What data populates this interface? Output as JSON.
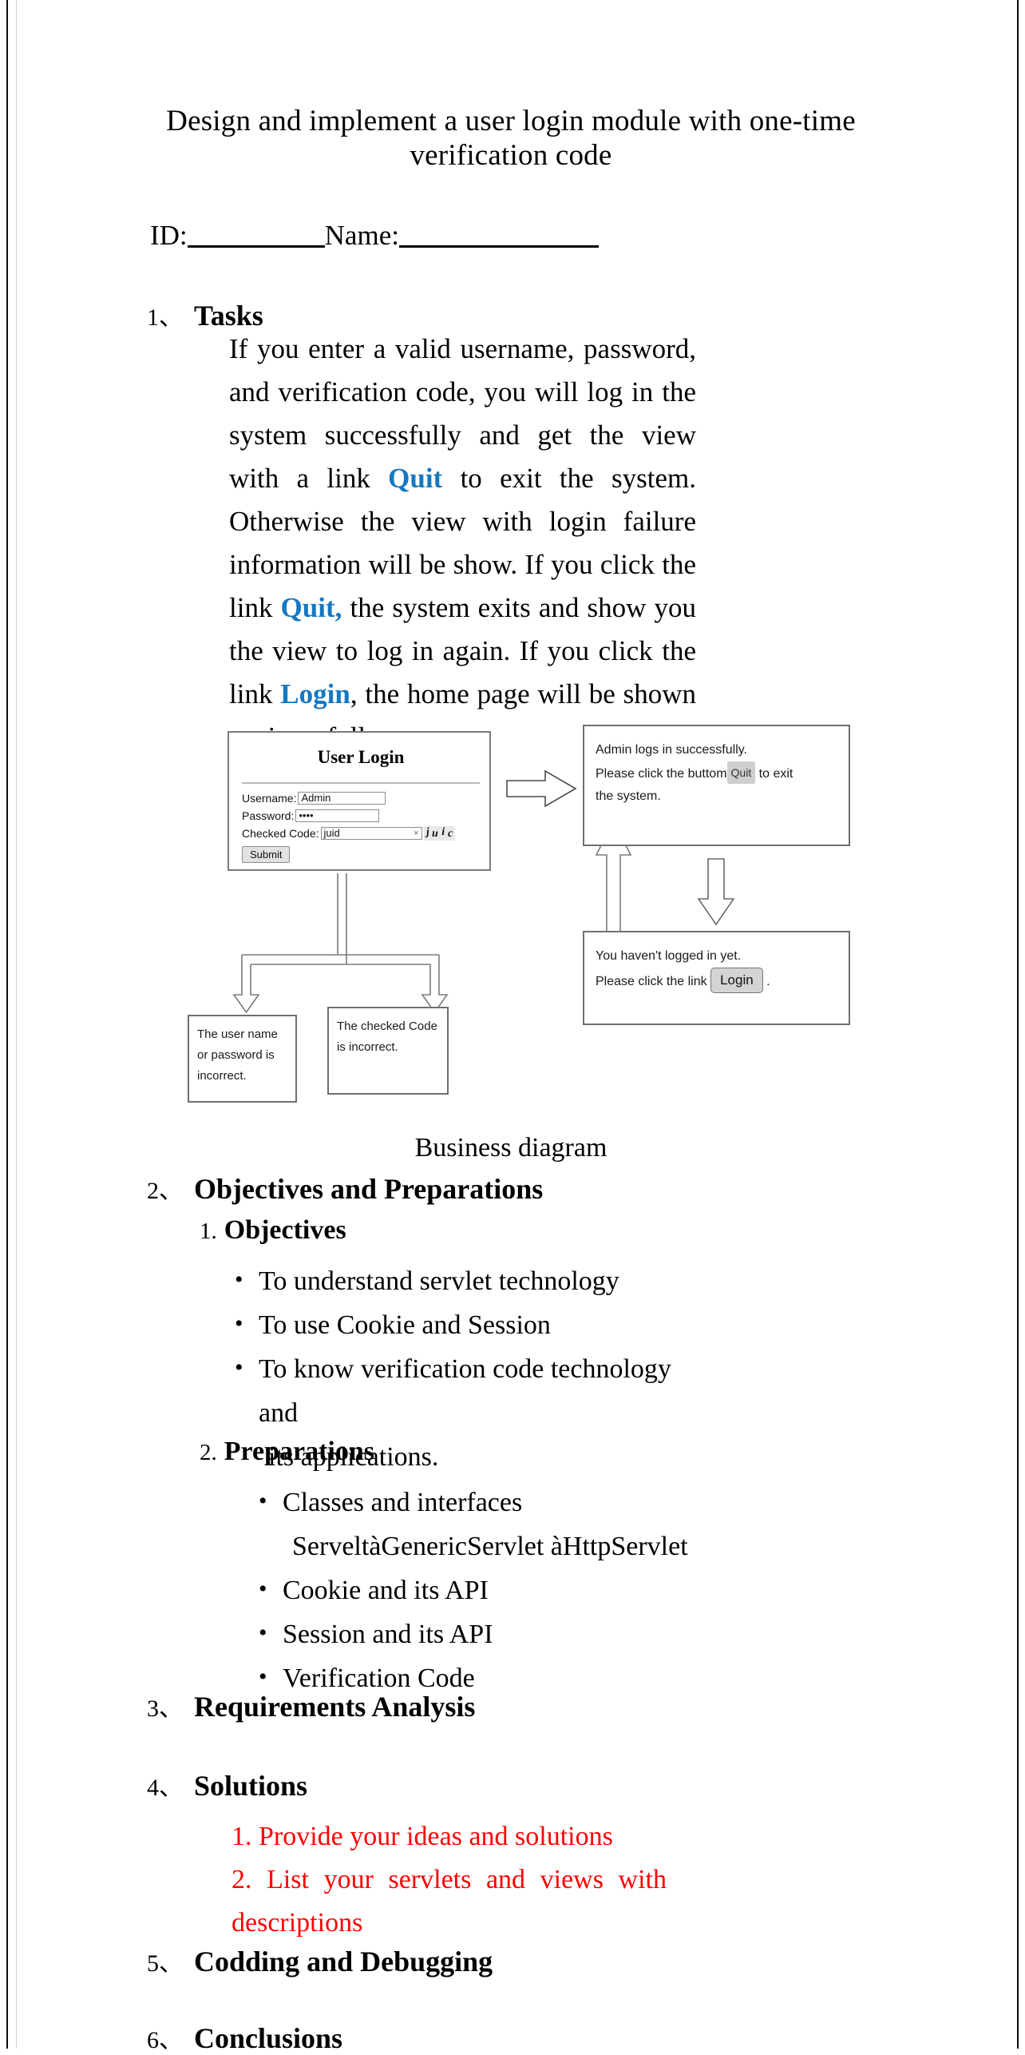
{
  "document": {
    "title": "Design and implement a user login module with one-time verification code",
    "id_label": "ID:",
    "name_label": "Name:"
  },
  "sections": [
    {
      "number": "1、",
      "title": "Tasks"
    },
    {
      "number": "2、",
      "title": "Objectives and Preparations"
    },
    {
      "number": "3、",
      "title": "Requirements Analysis"
    },
    {
      "number": "4、",
      "title": "Solutions"
    },
    {
      "number": "5、",
      "title": "Codding and Debugging"
    },
    {
      "number": "6、",
      "title": "Conclusions"
    }
  ],
  "tasks": {
    "p1": "If you enter a valid username, password, and verification code, you will log in the system successfully and get the view with a link ",
    "link1": "Quit",
    "p2": " to exit the system. Otherwise the view with login failure information will be show. If you click the link ",
    "link2": "Quit,",
    "p3": " the system exits and show you the view to log in again. If you click the link ",
    "link3": "Login",
    "p4": ", the home page will be shown again as follows.",
    "link_color": "#1678c2"
  },
  "diagram": {
    "caption": "Business diagram",
    "login_window": {
      "title": "User Login",
      "fields": [
        {
          "label": "Username:",
          "value": "Admin"
        },
        {
          "label": "Password:",
          "value": "••••"
        },
        {
          "label": "Checked Code:",
          "value": "juid",
          "clear": "×"
        }
      ],
      "captcha": [
        "j",
        "u",
        "i",
        "c"
      ],
      "submit_label": "Submit"
    },
    "success_box": {
      "line1": "Admin logs in successfully.",
      "line2a": "Please click the buttom",
      "button": "Quit",
      "line2b": "to exit",
      "line3": "the system."
    },
    "not_logged_box": {
      "line1": "You haven't logged in yet.",
      "line2a": "Please click the link",
      "button": "Login",
      "line2b": "."
    },
    "error_userpass": "The user name or password is incorrect.",
    "error_code": "The checked Code is incorrect."
  },
  "objectives": {
    "number": "1.",
    "title": "Objectives",
    "items": [
      "To understand servlet technology",
      "To use Cookie and Session",
      "To know verification code technology and",
      "its applications."
    ]
  },
  "preparations": {
    "number": "2.",
    "title": "Preparations",
    "items": [
      "Classes and interfaces",
      "ServeltàGenericServlet àHttpServlet",
      "Cookie and its API",
      "Session and its API",
      "Verification Code"
    ]
  },
  "solutions": {
    "item1": "1. Provide your ideas and solutions",
    "item2": "2. List your servlets and views with descriptions",
    "color": "#ff0000"
  }
}
